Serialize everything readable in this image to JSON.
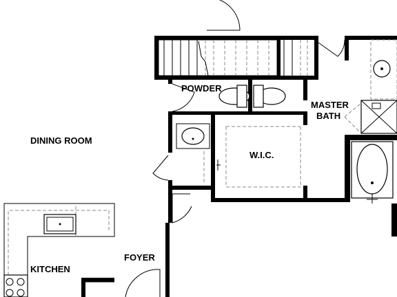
{
  "rooms": {
    "dining_room": "DINING ROOM",
    "powder": "POWDER",
    "master_bath_line1": "MASTER",
    "master_bath_line2": "BATH",
    "wic": "W.I.C.",
    "kitchen": "KITCHEN",
    "foyer": "FOYER"
  }
}
